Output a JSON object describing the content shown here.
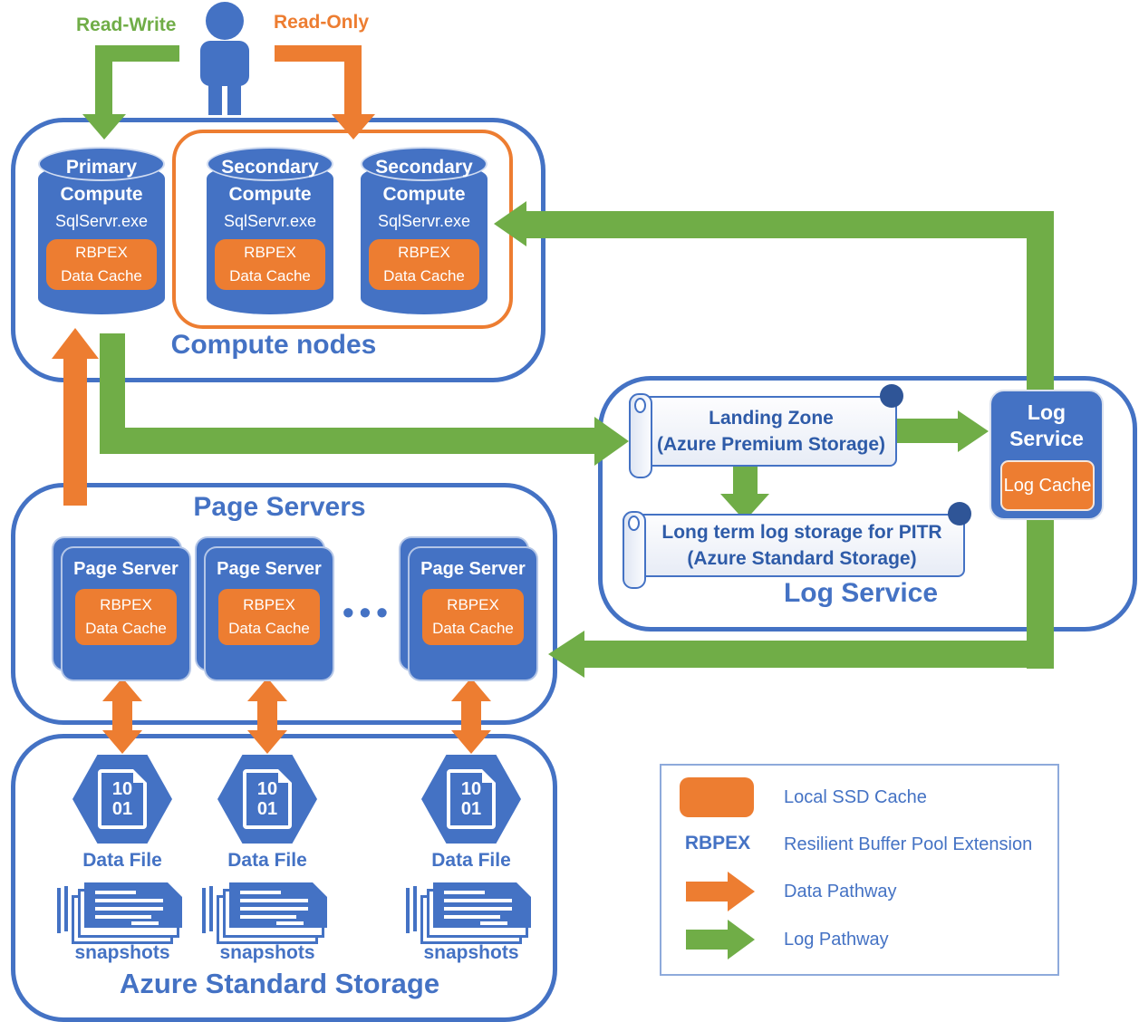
{
  "colors": {
    "blue": "#4472C4",
    "orange": "#ED7D31",
    "green": "#70AD47",
    "navy": "#2F5597"
  },
  "user": {
    "read_write": "Read-Write",
    "read_only": "Read-Only"
  },
  "compute": {
    "title": "Compute nodes",
    "nodes": [
      {
        "name": "Primary",
        "type": "Compute",
        "process": "SqlServr.exe",
        "cache_line1": "RBPEX",
        "cache_line2": "Data Cache"
      },
      {
        "name": "Secondary",
        "type": "Compute",
        "process": "SqlServr.exe",
        "cache_line1": "RBPEX",
        "cache_line2": "Data Cache"
      },
      {
        "name": "Secondary",
        "type": "Compute",
        "process": "SqlServr.exe",
        "cache_line1": "RBPEX",
        "cache_line2": "Data Cache"
      }
    ]
  },
  "page_servers": {
    "title": "Page Servers",
    "ellipsis": "•••",
    "servers": [
      {
        "label": "Page Server",
        "cache_line1": "RBPEX",
        "cache_line2": "Data Cache"
      },
      {
        "label": "Page Server",
        "cache_line1": "RBPEX",
        "cache_line2": "Data Cache"
      },
      {
        "label": "Page Server",
        "cache_line1": "RBPEX",
        "cache_line2": "Data Cache"
      }
    ]
  },
  "storage": {
    "title": "Azure Standard Storage",
    "columns": [
      {
        "doc_line1": "10",
        "doc_line2": "01",
        "file_label": "Data File",
        "snapshots_label": "snapshots"
      },
      {
        "doc_line1": "10",
        "doc_line2": "01",
        "file_label": "Data File",
        "snapshots_label": "snapshots"
      },
      {
        "doc_line1": "10",
        "doc_line2": "01",
        "file_label": "Data File",
        "snapshots_label": "snapshots"
      }
    ]
  },
  "log": {
    "title": "Log Service",
    "landing_zone": {
      "line1": "Landing Zone",
      "line2": "(Azure Premium Storage)"
    },
    "long_term": {
      "line1": "Long term log storage for PITR",
      "line2": "(Azure Standard Storage)"
    },
    "service_box": {
      "line1": "Log",
      "line2": "Service",
      "cache": "Log Cache"
    }
  },
  "legend": {
    "local_ssd": "Local SSD Cache",
    "rbpex_key": "RBPEX",
    "rbpex_label": "Resilient Buffer Pool Extension",
    "data_pathway": "Data Pathway",
    "log_pathway": "Log Pathway"
  }
}
